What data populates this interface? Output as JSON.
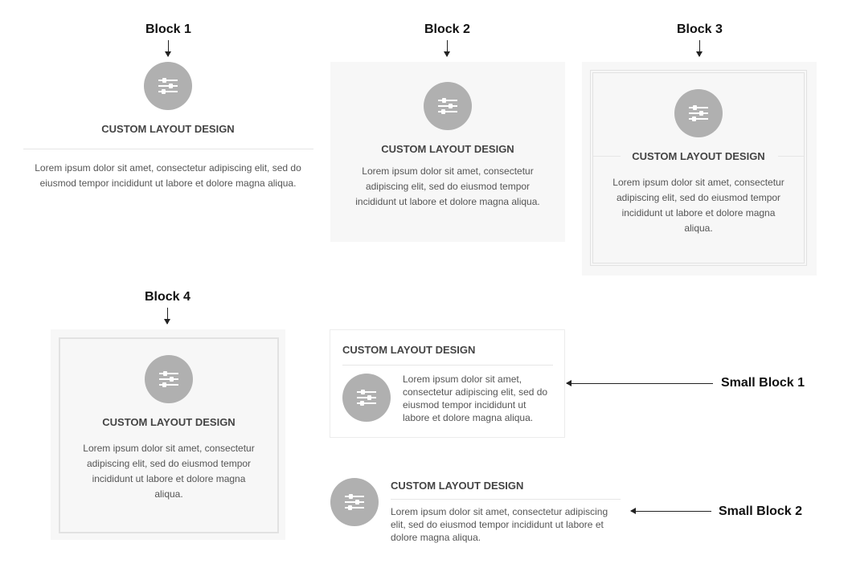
{
  "labels": {
    "block1": "Block 1",
    "block2": "Block 2",
    "block3": "Block 3",
    "block4": "Block 4",
    "small_block1": "Small Block 1",
    "small_block2": "Small Block 2"
  },
  "block": {
    "title": "CUSTOM LAYOUT DESIGN",
    "text": "Lorem ipsum dolor sit amet, consectetur adipiscing elit, sed do eiusmod tempor incididunt ut labore et dolore magna aliqua.",
    "icon": "sliders-icon"
  },
  "colors": {
    "icon_circle": "#b0b0b0",
    "panel_background": "#f7f7f7",
    "title_text": "#444444",
    "body_text": "#555555"
  }
}
